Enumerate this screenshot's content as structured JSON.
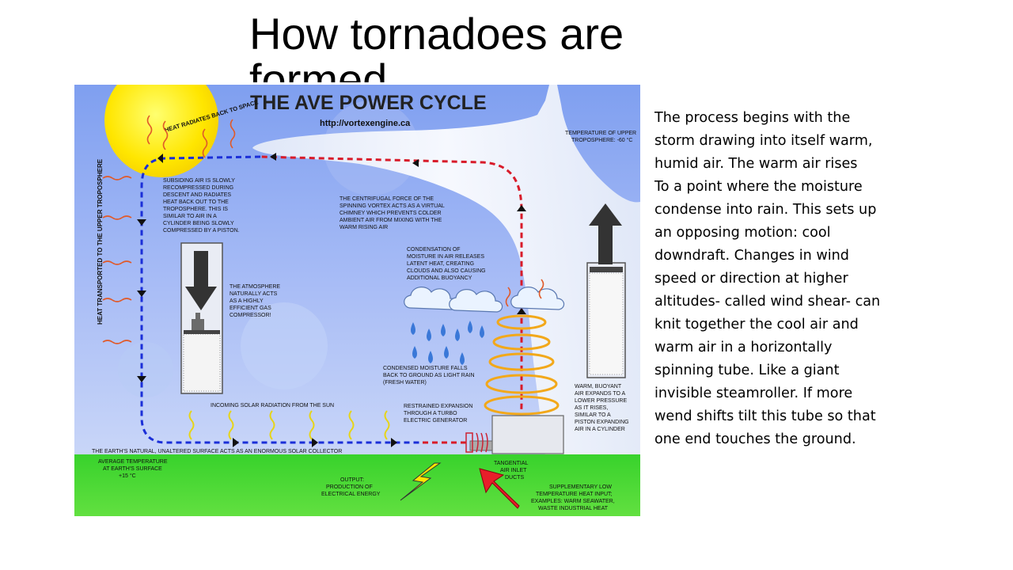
{
  "slide": {
    "title": "How tornadoes are formed",
    "paragraphs": [
      "The process begins with the storm drawing into itself warm, humid air.  The warm air rises",
      "To  a point where the moisture condense into rain.  This sets up an opposing motion:  cool downdraft. Changes in wind speed or direction at higher altitudes- called wind shear- can knit together the cool air and warm air in a horizontally spinning tube. Like a giant invisible steamroller.  If more wend shifts tilt this tube so that one end touches the ground."
    ]
  },
  "figure": {
    "title": "THE AVE POWER CYCLE",
    "url": "http://vortexengine.ca",
    "labels": {
      "upper_temp": [
        "TEMPERATURE OF UPPER",
        "TROPOSPHERE:  -60 °C"
      ],
      "space": "HEAT RADIATES BACK TO SPACE",
      "left_vertical": "HEAT TRANSPORTED TO THE UPPER TROPOSPHERE",
      "subsiding": [
        "SUBSIDING AIR IS SLOWLY",
        "RECOMPRESSED DURING",
        "DESCENT AND RADIATES",
        "HEAT BACK OUT TO THE",
        "TROPOSPHERE.  THIS IS",
        "SIMILAR TO AIR IN A",
        "CYLINDER BEING SLOWLY",
        "COMPRESSED BY A PISTON."
      ],
      "centrifugal": [
        "THE CENTRIFUGAL FORCE OF THE",
        "SPINNING VORTEX ACTS AS A VIRTUAL",
        "CHIMNEY WHICH PREVENTS COLDER",
        "AMBIENT AIR FROM MIXING WITH THE",
        "WARM RISING AIR"
      ],
      "condensation": [
        "CONDENSATION OF",
        "MOISTURE IN AIR RELEASES",
        "LATENT HEAT, CREATING",
        "CLOUDS AND ALSO CAUSING",
        "ADDITIONAL BUOYANCY"
      ],
      "atmosphere": [
        "THE ATMOSPHERE",
        "NATURALLY ACTS",
        "AS A HIGHLY",
        "EFFICIENT GAS",
        "COMPRESSOR!"
      ],
      "moisture": [
        "CONDENSED MOISTURE FALLS",
        "BACK TO GROUND AS LIGHT RAIN",
        "(FRESH WATER)"
      ],
      "warm_air": [
        "WARM, BUOYANT",
        "AIR EXPANDS TO A",
        "LOWER PRESSURE",
        "AS IT RISES,",
        "SIMILAR TO A",
        "PISTON EXPANDING",
        "AIR IN A CYLINDER"
      ],
      "solar": "INCOMING SOLAR RADIATION FROM THE SUN",
      "expansion": [
        "RESTRAINED EXPANSION",
        "THROUGH A TURBO",
        "ELECTRIC GENERATOR"
      ],
      "surface": "THE EARTH'S NATURAL, UNALTERED SURFACE ACTS AS AN ENORMOUS SOLAR COLLECTOR",
      "avg_temp": [
        "AVERAGE TEMPERATURE",
        "AT EARTH'S SURFACE",
        "+15 °C"
      ],
      "output": [
        "OUTPUT:",
        "PRODUCTION OF",
        "ELECTRICAL ENERGY"
      ],
      "tangential": [
        "TANGENTIAL",
        "AIR INLET",
        "DUCTS"
      ],
      "supplementary": [
        "SUPPLEMENTARY LOW",
        "TEMPERATURE HEAT INPUT;",
        "EXAMPLES:  WARM SEAWATER,",
        "WASTE INDUSTRIAL HEAT"
      ]
    }
  }
}
